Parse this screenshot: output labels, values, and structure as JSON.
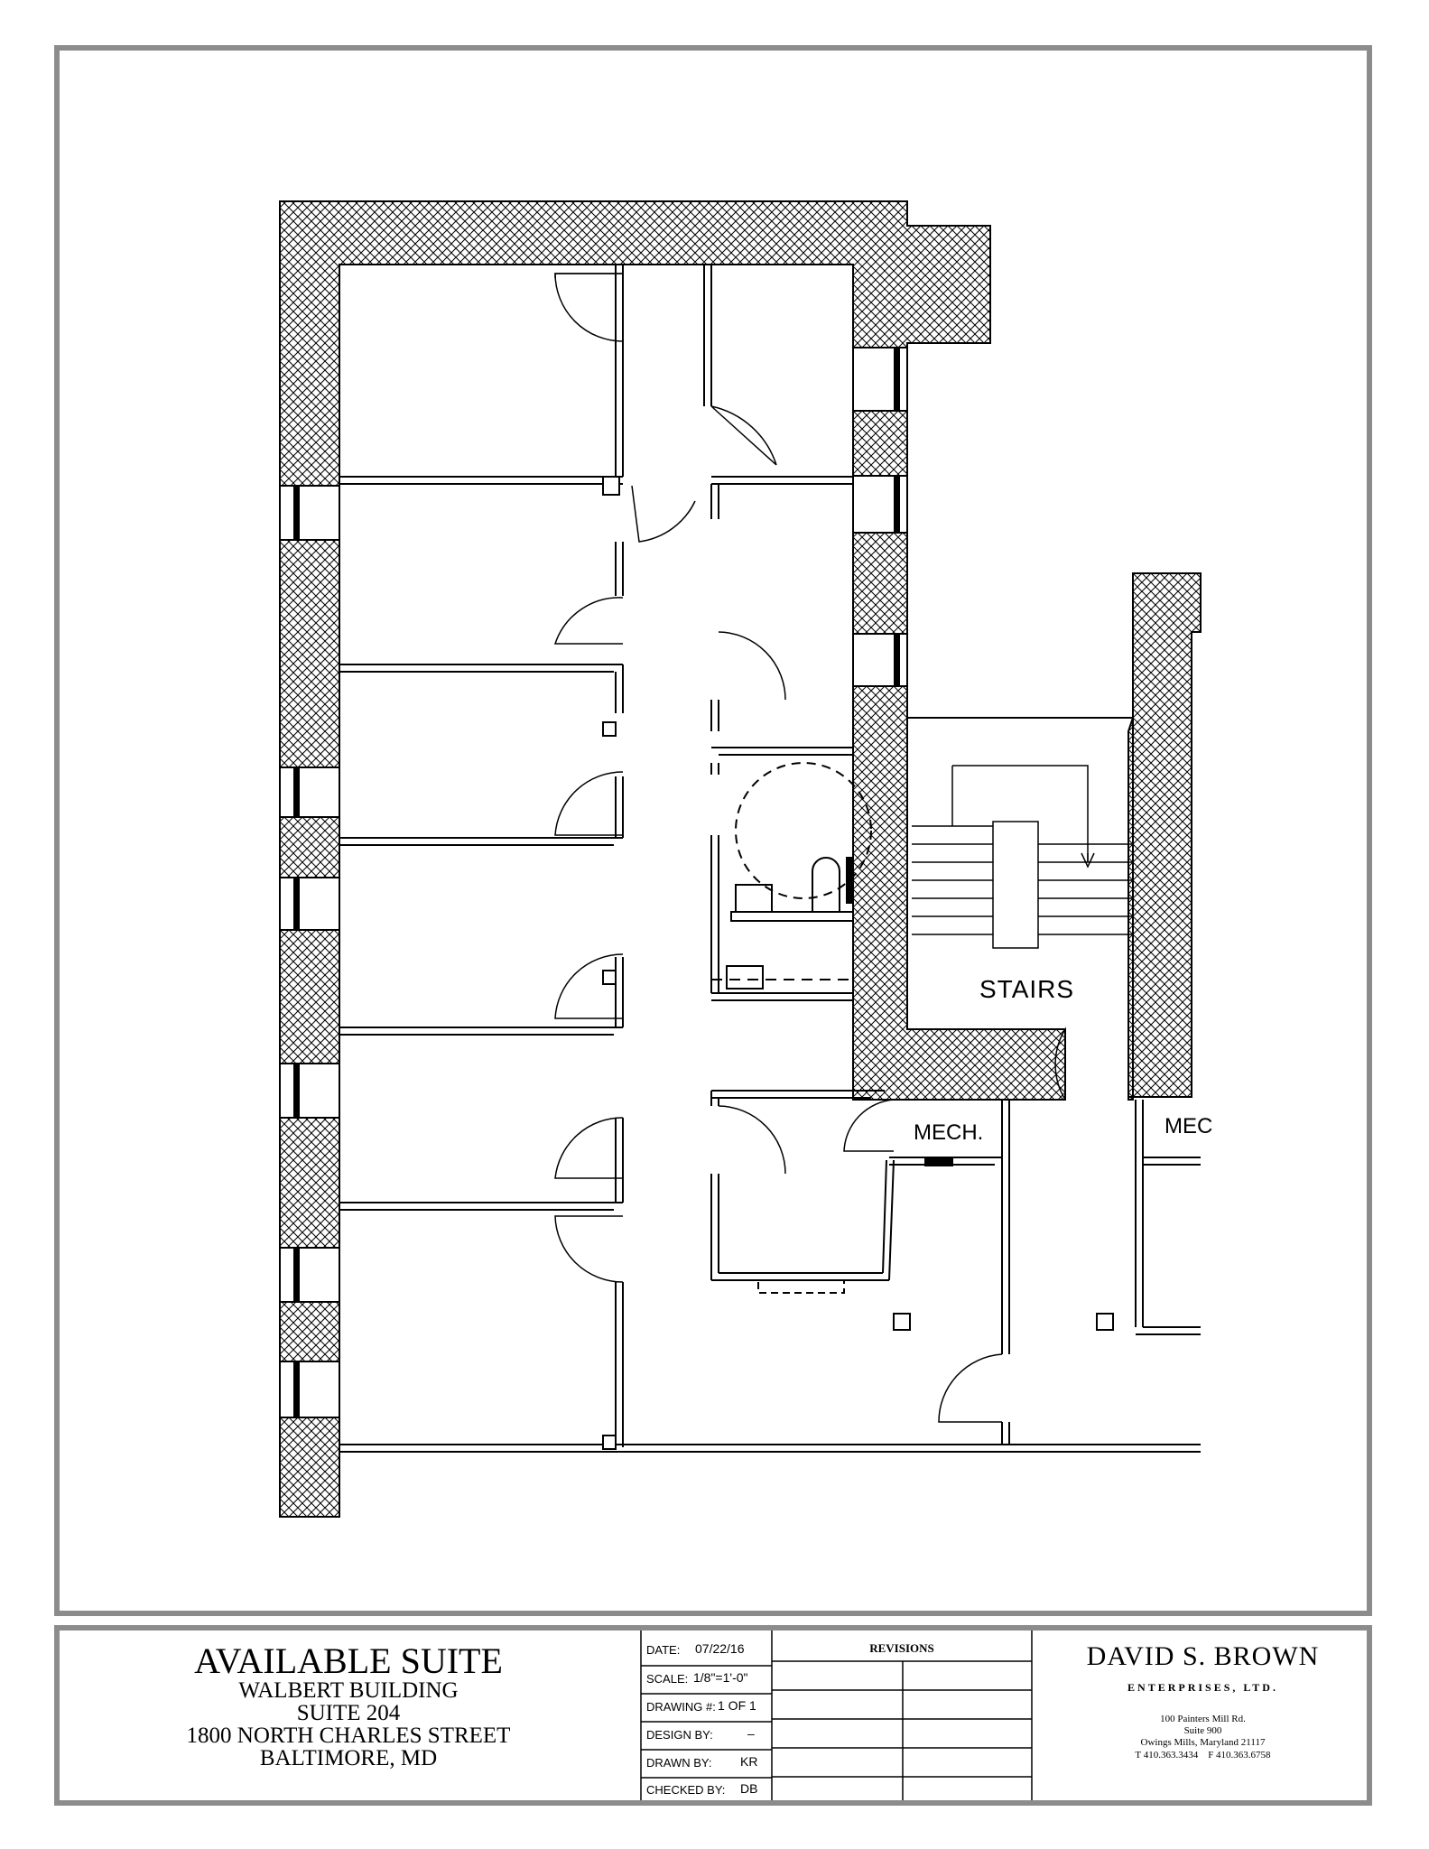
{
  "plan": {
    "labels": {
      "stairs": "STAIRS",
      "mech1": "MECH.",
      "mech2": "MEC"
    }
  },
  "title_block": {
    "title": "AVAILABLE SUITE",
    "building": "WALBERT BUILDING",
    "suite": "SUITE 204",
    "street": "1800 NORTH CHARLES STREET",
    "city": "BALTIMORE, MD",
    "fields": {
      "date_label": "DATE:",
      "date_value": "07/22/16",
      "scale_label": "SCALE:",
      "scale_value": "1/8\"=1'-0\"",
      "drawing_label": "DRAWING #:",
      "drawing_value": "1 OF 1",
      "design_label": "DESIGN BY:",
      "design_value": "–",
      "drawn_label": "DRAWN BY:",
      "drawn_value": "KR",
      "checked_label": "CHECKED BY:",
      "checked_value": "DB"
    },
    "revisions_header": "REVISIONS"
  },
  "company": {
    "name": "DAVID S. BROWN",
    "subtitle": "ENTERPRISES, LTD.",
    "address1": "100 Painters Mill Rd.",
    "address2": "Suite 900",
    "address3": "Owings Mills, Maryland 21117",
    "phone": "T 410.363.3434    F 410.363.6758"
  }
}
